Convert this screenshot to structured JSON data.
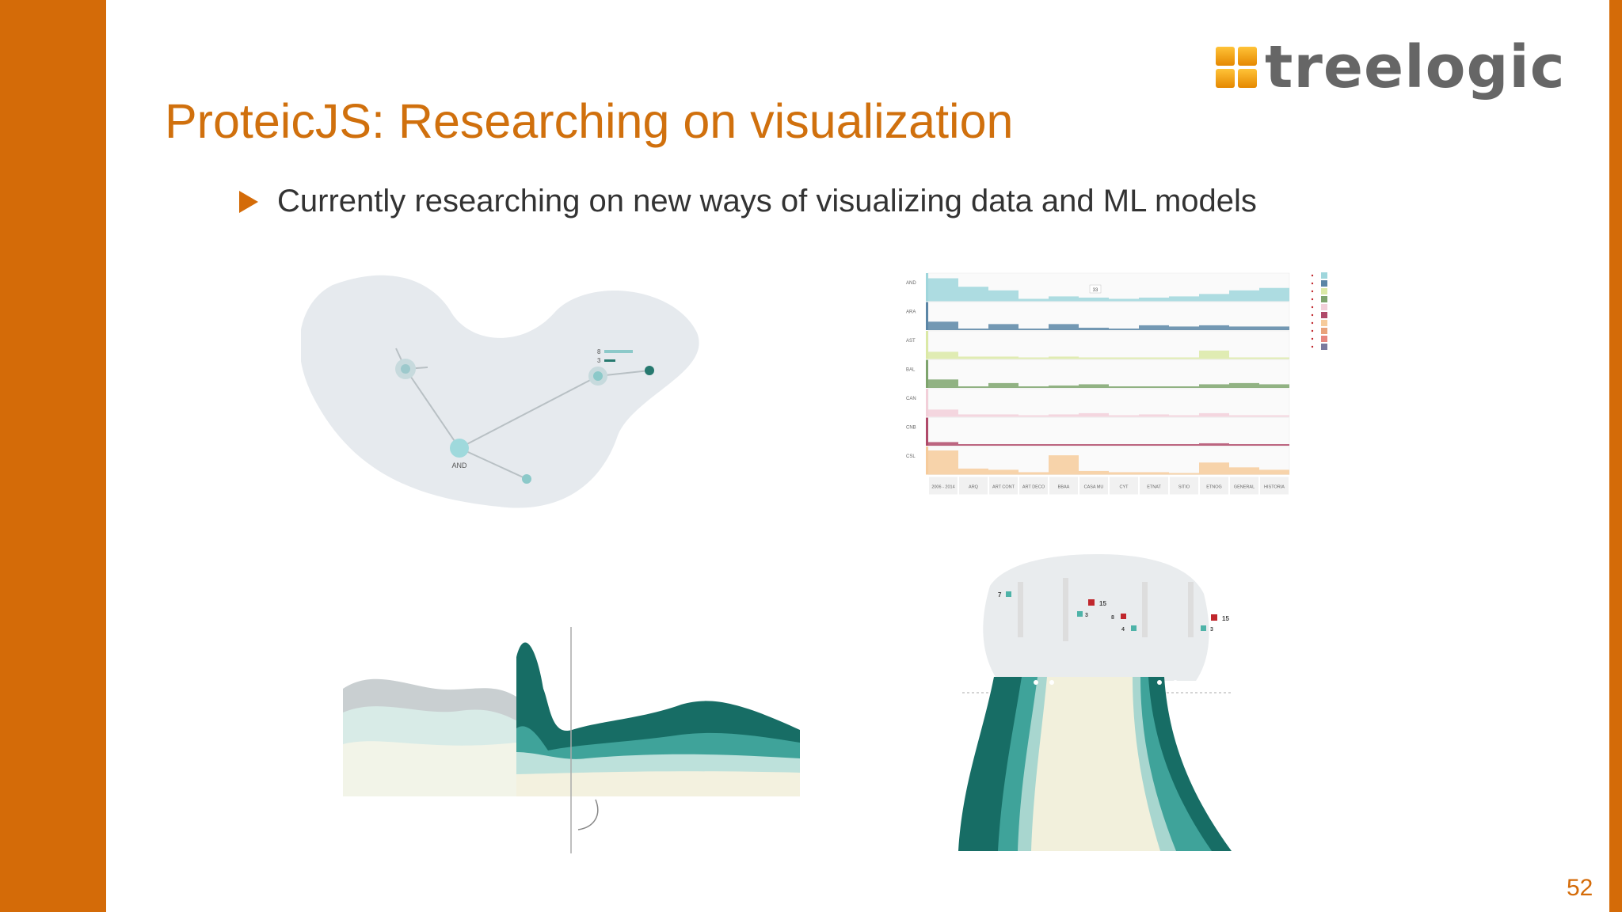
{
  "colors": {
    "accent": "#d46b08",
    "title": "#d0700d",
    "bullet_text": "#333333",
    "logo_text": "#666666"
  },
  "logo": {
    "text": "treelogic"
  },
  "title": "ProteicJS: Researching on visualization",
  "bullet": {
    "text": "Currently researching on new ways of visualizing data and ML models"
  },
  "network_viz": {
    "node_label": "AND",
    "badge_a": "8",
    "badge_b": "3"
  },
  "stacked_viz": {
    "rows": [
      "AND",
      "ARA",
      "AST",
      "BAL",
      "CAN",
      "CNB",
      "CSL"
    ],
    "columns": [
      "2006 - 2014",
      "ARQ",
      "ART CONT",
      "ART DECO",
      "BBAA",
      "CASA MU",
      "CYT",
      "ETNAT",
      "SITIO",
      "ETNOG",
      "GENERAL",
      "HISTORIA"
    ],
    "tooltip": "33"
  },
  "funnel_viz": {
    "values": [
      "7",
      "15",
      "3",
      "8",
      "4",
      "15",
      "3"
    ]
  },
  "page_number": "52"
}
